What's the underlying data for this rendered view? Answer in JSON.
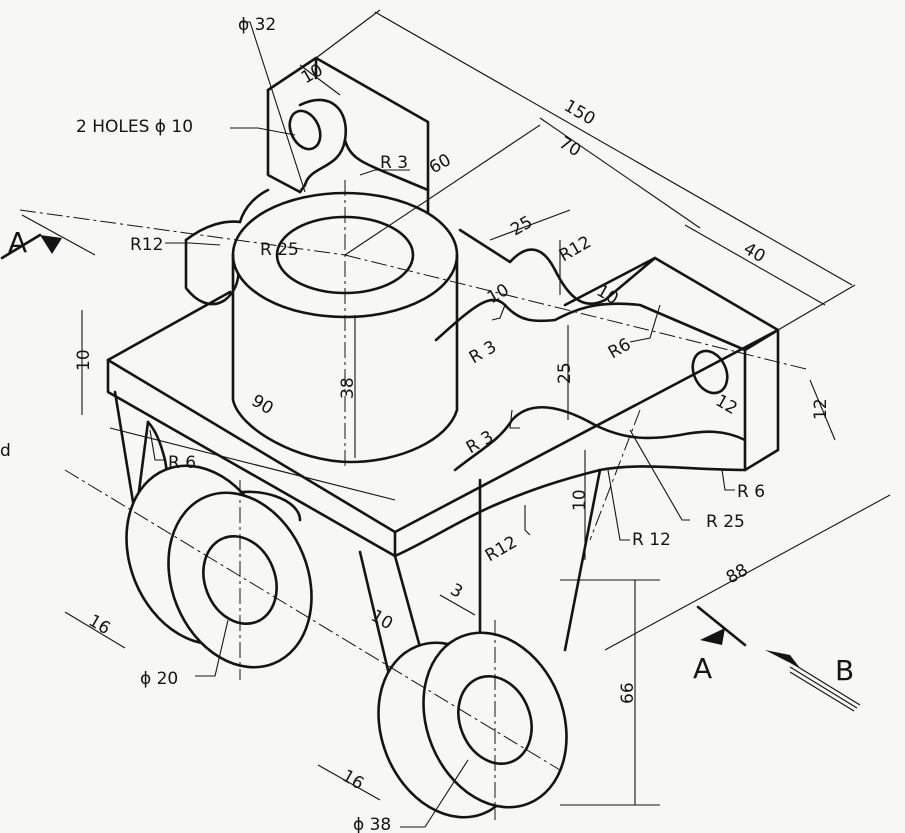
{
  "drawing": {
    "dimensions": {
      "d150": "150",
      "d70": "70",
      "d40": "40",
      "d60": "60",
      "d25a": "25",
      "d10top": "10",
      "d10a": "10",
      "d10b": "10",
      "d10c": "10",
      "d10d": "10",
      "d10e": "10",
      "d38": "38",
      "d25b": "25",
      "d90": "90",
      "d12": "12",
      "d12b": "12",
      "d88": "88",
      "d66": "66",
      "d16a": "16",
      "d16b": "16",
      "d3": "3"
    },
    "callouts": {
      "phi32": "ϕ 32",
      "holes": "2 HOLES ϕ 10",
      "r3a": "R 3",
      "r12a": "R12",
      "r25": "R 25",
      "r12b": "R12",
      "r3b": "R 3",
      "r6a": "R6",
      "r3c": "R 3",
      "r6b": "R 6",
      "r6c": "R 6",
      "r25b": "R 25",
      "r12c": "R 12",
      "r12d": "R12",
      "phi20": "ϕ 20",
      "phi38": "ϕ 38"
    },
    "views": {
      "a_left": "A",
      "a_right": "A",
      "b": "B"
    },
    "side_text": "d"
  }
}
